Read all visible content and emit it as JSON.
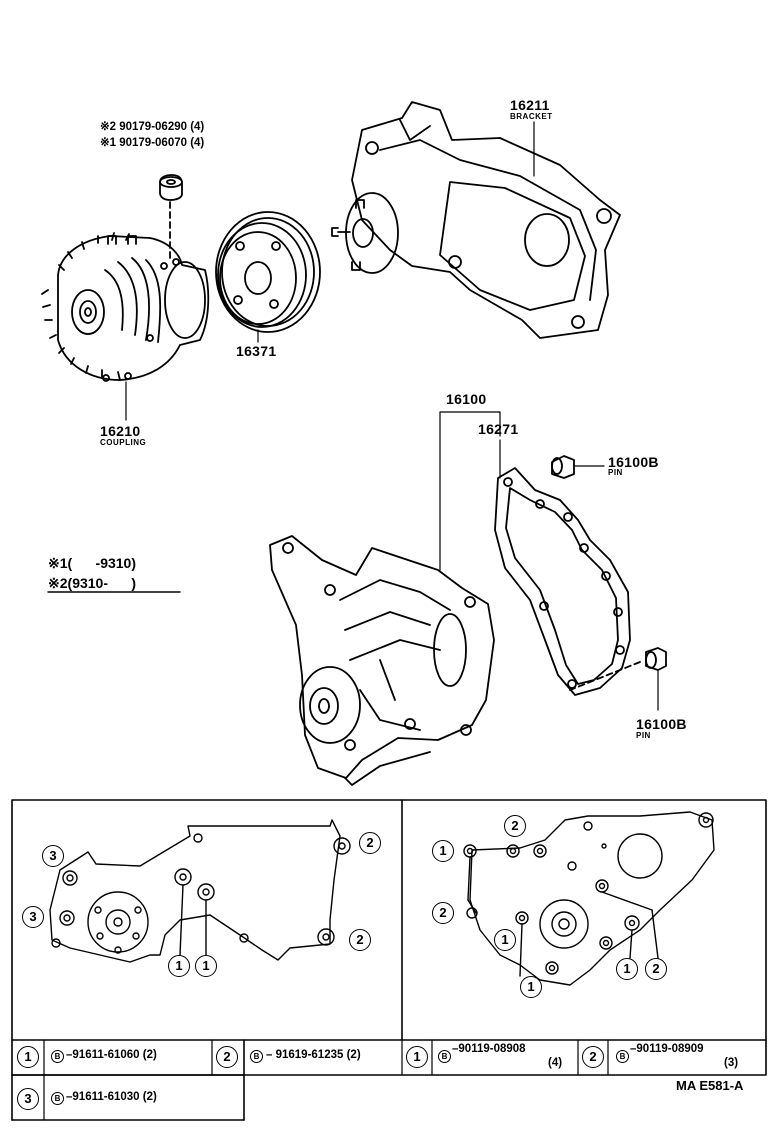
{
  "parts": {
    "bracket": {
      "number": "16211",
      "name": "BRACKET"
    },
    "bolt_ref_2": "※2 90179-06290 (4)",
    "bolt_ref_1": "※1 90179-06070 (4)",
    "pulley": {
      "number": "16371"
    },
    "coupling": {
      "number": "16210",
      "name": "COUPLING"
    },
    "water_pump": {
      "number": "16100"
    },
    "gasket": {
      "number": "16271"
    },
    "pin_upper": {
      "number": "16100B",
      "name": "PIN"
    },
    "pin_lower": {
      "number": "16100B",
      "name": "PIN"
    }
  },
  "notes": {
    "note1_mark": "※1",
    "note1_range": "(      -9310)",
    "note2_mark": "※2",
    "note2_range": "(9310-      )"
  },
  "callouts": {
    "one": "1",
    "two": "2",
    "three": "3",
    "bolt_prefix": "B"
  },
  "legend": {
    "left": [
      {
        "key": "1",
        "part": "91611-61060",
        "qty": "(2)"
      },
      {
        "key": "2",
        "part": "91619-61235",
        "qty": "(2)"
      },
      {
        "key": "3",
        "part": "91611-61030",
        "qty": "(2)"
      }
    ],
    "right": [
      {
        "key": "1",
        "part": "90119-08908",
        "qty": "(4)"
      },
      {
        "key": "2",
        "part": "90119-08909",
        "qty": "(3)"
      }
    ]
  },
  "drawing_id": "MA E581-A"
}
